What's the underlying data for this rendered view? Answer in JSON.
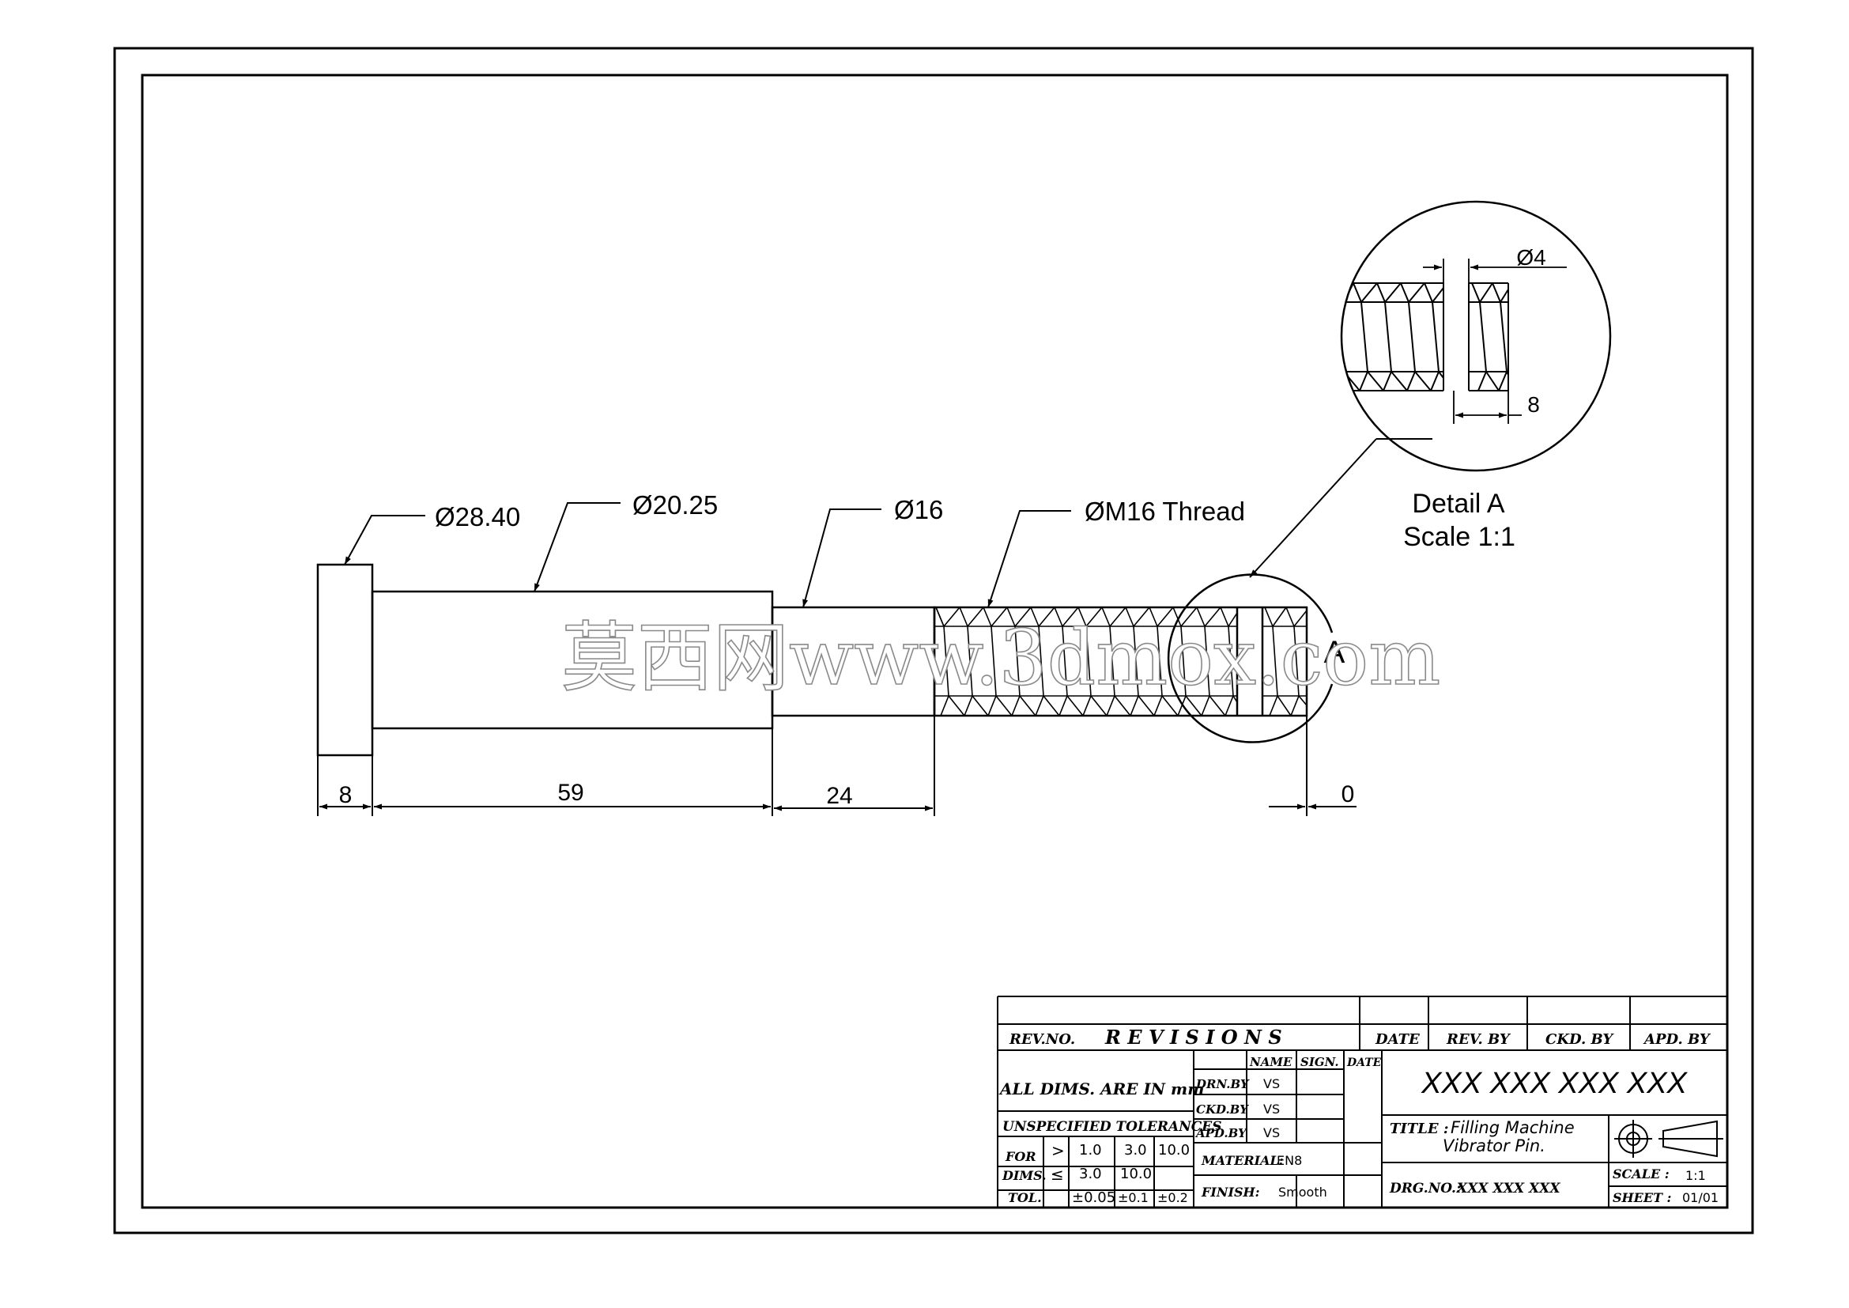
{
  "dims": {
    "d_head": "Ø28.40",
    "d_shank": "Ø20.25",
    "d_neck": "Ø16",
    "d_thread": "ØM16 Thread",
    "len_head": "8",
    "len_shank": "59",
    "len_neck": "24",
    "len_end": "0",
    "detail_d": "Ø4",
    "detail_len": "8"
  },
  "detail": {
    "marker": "A",
    "title": "Detail A",
    "scale": "Scale 1:1"
  },
  "watermark": "莫西网www.3dmox.com",
  "title_block": {
    "rev_no": "REV.NO.",
    "revisions": "R E V I S I O N S",
    "date": "DATE",
    "rev_by": "REV. BY",
    "ckd_by": "CKD. BY",
    "apd_by": "APD. BY",
    "all_dims": "ALL DIMS. ARE IN mm",
    "name": "NAME",
    "sign": "SIGN.",
    "date2": "DATE",
    "drn_by": "DRN.BY",
    "ckd_by2": "CKD.BY",
    "apd_by2": "APD.BY",
    "drn_val": "VS",
    "ckd_val": "VS",
    "apd_val": "VS",
    "company": "XXX XXX XXX XXX",
    "unspec_tol": "UNSPECIFIED TOLERANCES",
    "for_dims_1": "FOR",
    "for_dims_2": "DIMS.",
    "tol_label": "TOL.",
    "gt": ">",
    "le": "≤",
    "r1": [
      "1.0",
      "3.0",
      "10.0"
    ],
    "r2": [
      "3.0",
      "10.0",
      ""
    ],
    "r3": [
      "±0.05",
      "±0.1",
      "±0.2"
    ],
    "material_label": "MATERIAL:",
    "material_val": "EN8",
    "finish_label": "FINISH:",
    "finish_val": "Smooth",
    "title_label": "TITLE :",
    "title_line1": "Filling Machine",
    "title_line2": "Vibrator Pin.",
    "drg_label": "DRG.NO.:",
    "drg_val": "XXX XXX XXX",
    "scale_label": "SCALE :",
    "scale_val": "1:1",
    "sheet_label": "SHEET :",
    "sheet_val": "01/01"
  }
}
